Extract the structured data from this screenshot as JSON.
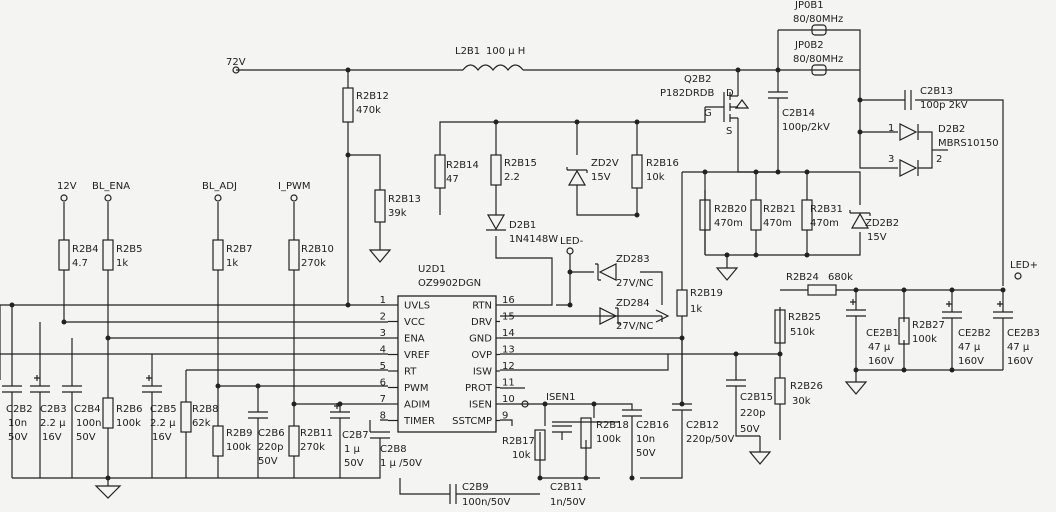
{
  "nets": {
    "v72": "72V",
    "v12": "12V",
    "bl_ena": "BL_ENA",
    "bl_adj": "BL_ADJ",
    "i_pwm": "I_PWM",
    "led_minus": "LED-",
    "led_plus": "LED+",
    "isen1": "ISEN1"
  },
  "ic": {
    "ref": "U2D1",
    "part": "OZ9902DGN",
    "left_pins": [
      {
        "name": "UVLS",
        "num": "1"
      },
      {
        "name": "VCC",
        "num": "2"
      },
      {
        "name": "ENA",
        "num": "3"
      },
      {
        "name": "VREF",
        "num": "4"
      },
      {
        "name": "RT",
        "num": "5"
      },
      {
        "name": "PWM",
        "num": "6"
      },
      {
        "name": "ADIM",
        "num": "7"
      },
      {
        "name": "TIMER",
        "num": "8"
      }
    ],
    "right_pins": [
      {
        "name": "RTN",
        "num": "16"
      },
      {
        "name": "DRV",
        "num": "15"
      },
      {
        "name": "GND",
        "num": "14"
      },
      {
        "name": "OVP",
        "num": "13"
      },
      {
        "name": "ISW",
        "num": "12"
      },
      {
        "name": "PROT",
        "num": "11"
      },
      {
        "name": "ISEN",
        "num": "10"
      },
      {
        "name": "SSTCMP",
        "num": "9"
      }
    ]
  },
  "parts": {
    "l2b1": {
      "ref": "L2B1",
      "val": "100 μ H"
    },
    "jp0b1": {
      "ref": "JP0B1",
      "val": "80/80MHz"
    },
    "jp0b2": {
      "ref": "JP0B2",
      "val": "80/80MHz"
    },
    "q2b2": {
      "ref": "Q2B2",
      "val": "P182DRDB",
      "d": "D",
      "g": "G",
      "s": "S"
    },
    "c2b14": {
      "ref": "C2B14",
      "val": "100p/2kV"
    },
    "c2b13": {
      "ref": "C2B13",
      "val": "100p 2kV"
    },
    "d2b2": {
      "ref": "D2B2",
      "val": "MBRS10150",
      "p1": "1",
      "p2": "2",
      "p3": "3"
    },
    "r2b12": {
      "ref": "R2B12",
      "val": "470k"
    },
    "r2b13": {
      "ref": "R2B13",
      "val": "39k"
    },
    "r2b14": {
      "ref": "R2B14",
      "val": "47"
    },
    "r2b15": {
      "ref": "R2B15",
      "val": "2.2"
    },
    "zd2v": {
      "ref": "ZD2V",
      "val": "15V"
    },
    "r2b16": {
      "ref": "R2B16",
      "val": "10k"
    },
    "d2b1": {
      "ref": "D2B1",
      "val": "1N4148W"
    },
    "r2b20": {
      "ref": "R2B20",
      "val": "470m"
    },
    "r2b21": {
      "ref": "R2B21",
      "val": "470m"
    },
    "r2b31": {
      "ref": "R2B31",
      "val": "470m"
    },
    "zd2b2": {
      "ref": "ZD2B2",
      "val": "15V"
    },
    "r2b4": {
      "ref": "R2B4",
      "val": "4.7"
    },
    "r2b5": {
      "ref": "R2B5",
      "val": "1k"
    },
    "r2b7": {
      "ref": "R2B7",
      "val": "1k"
    },
    "r2b10": {
      "ref": "R2B10",
      "val": "270k"
    },
    "zd283": {
      "ref": "ZD283",
      "val": "27V/NC"
    },
    "zd284": {
      "ref": "ZD284",
      "val": "27V/NC"
    },
    "r2b19": {
      "ref": "R2B19",
      "val": "1k"
    },
    "r2b24": {
      "ref": "R2B24",
      "val": "680k"
    },
    "r2b25": {
      "ref": "R2B25",
      "val": "510k"
    },
    "r2b26": {
      "ref": "R2B26",
      "val": "30k"
    },
    "c2b15": {
      "ref": "C2B15",
      "v1": "220p",
      "v2": "50V"
    },
    "ce2b1": {
      "ref": "CE2B1",
      "v1": "47 μ",
      "v2": "160V"
    },
    "r2b27": {
      "ref": "R2B27",
      "val": "100k"
    },
    "ce2b2": {
      "ref": "CE2B2",
      "v1": "47 μ",
      "v2": "160V"
    },
    "ce2b3": {
      "ref": "CE2B3",
      "v1": "47 μ",
      "v2": "160V"
    },
    "c2b2": {
      "ref": "C2B2",
      "v1": "10n",
      "v2": "50V"
    },
    "c2b3": {
      "ref": "C2B3",
      "v1": "2.2 μ",
      "v2": "16V"
    },
    "c2b4": {
      "ref": "C2B4",
      "v1": "100n",
      "v2": "50V"
    },
    "r2b6": {
      "ref": "R2B6",
      "val": "100k"
    },
    "c2b5": {
      "ref": "C2B5",
      "v1": "2.2 μ",
      "v2": "16V"
    },
    "r2b8": {
      "ref": "R2B8",
      "val": "62k"
    },
    "r2b9": {
      "ref": "R2B9",
      "val": "100k"
    },
    "c2b6": {
      "ref": "C2B6",
      "v1": "220p",
      "v2": "50V"
    },
    "r2b11": {
      "ref": "R2B11",
      "val": "270k"
    },
    "c2b7": {
      "ref": "C2B7",
      "v1": "1 μ",
      "v2": "50V"
    },
    "c2b8": {
      "ref": "C2B8",
      "val": "1 μ /50V"
    },
    "r2b17": {
      "ref": "R2B17",
      "val": "10k"
    },
    "r2b18": {
      "ref": "R2B18",
      "val": "100k"
    },
    "c2b16": {
      "ref": "C2B16",
      "v1": "10n",
      "v2": "50V"
    },
    "c2b12": {
      "ref": "C2B12",
      "val": "220p/50V"
    },
    "c2b9": {
      "ref": "C2B9",
      "val": "100n/50V"
    },
    "c2b11": {
      "ref": "C2B11",
      "val": "1n/50V"
    }
  }
}
